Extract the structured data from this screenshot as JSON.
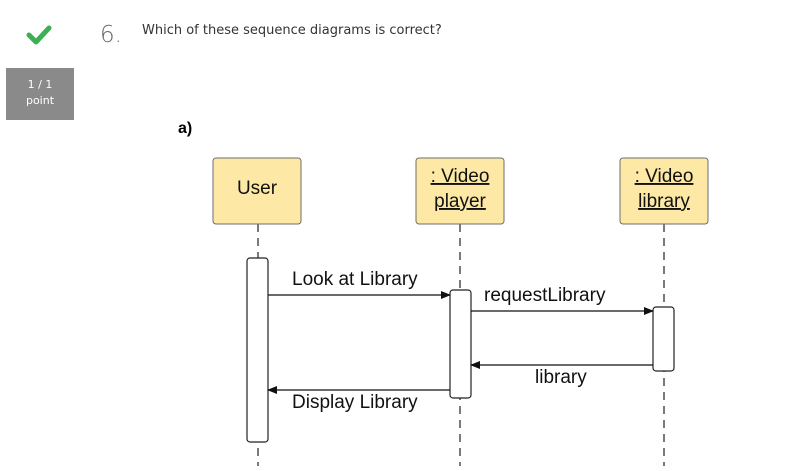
{
  "question": {
    "status_icon": "check-icon",
    "status_color": "#3cb054",
    "number": "6.",
    "text": "Which of these sequence diagrams is correct?"
  },
  "score": {
    "value": "1 / 1",
    "unit": "point"
  },
  "option": {
    "label": "a)",
    "diagram": {
      "participants": [
        {
          "lines": [
            "User"
          ],
          "underlined": false
        },
        {
          "lines": [
            ": Video",
            "player"
          ],
          "underlined": true
        },
        {
          "lines": [
            ": Video",
            "library"
          ],
          "underlined": true
        }
      ],
      "messages": [
        {
          "label": "Look at Library",
          "from": "User",
          "to": ": Video player"
        },
        {
          "label": "requestLibrary",
          "from": ": Video player",
          "to": ": Video library"
        },
        {
          "label": "library",
          "from": ": Video library",
          "to": ": Video player"
        },
        {
          "label": "Display Library",
          "from": ": Video player",
          "to": "User"
        }
      ],
      "box_fill": "#fde9a5",
      "box_stroke": "#6e6e6e"
    }
  }
}
